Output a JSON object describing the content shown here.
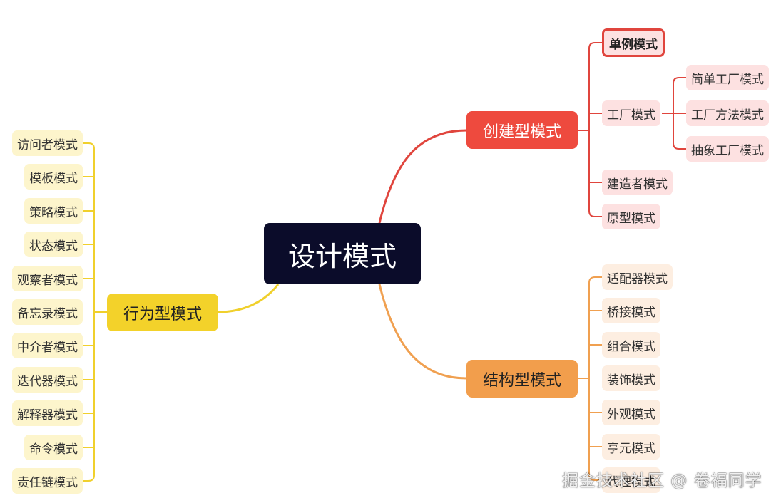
{
  "root": {
    "label": "设计模式"
  },
  "creational": {
    "label": "创建型模式",
    "items": {
      "singleton": "单例模式",
      "factory": "工厂模式",
      "simple_factory": "简单工厂模式",
      "factory_method": "工厂方法模式",
      "abstract_factory": "抽象工厂模式",
      "builder": "建造者模式",
      "prototype": "原型模式"
    }
  },
  "structural": {
    "label": "结构型模式",
    "items": [
      "适配器模式",
      "桥接模式",
      "组合模式",
      "装饰模式",
      "外观模式",
      "亨元模式",
      "代理模式"
    ]
  },
  "behavioral": {
    "label": "行为型模式",
    "items": [
      "访问者模式",
      "模板模式",
      "策略模式",
      "状态模式",
      "观察者模式",
      "备忘录模式",
      "中介者模式",
      "迭代器模式",
      "解释器模式",
      "命令模式",
      "责任链模式"
    ]
  },
  "colors": {
    "root": "#0b0c2a",
    "creational": "#ee4a3e",
    "structural": "#f29e4c",
    "behavioral": "#f3d22a"
  },
  "watermark": "掘金技术社区 @ 卷福同学"
}
